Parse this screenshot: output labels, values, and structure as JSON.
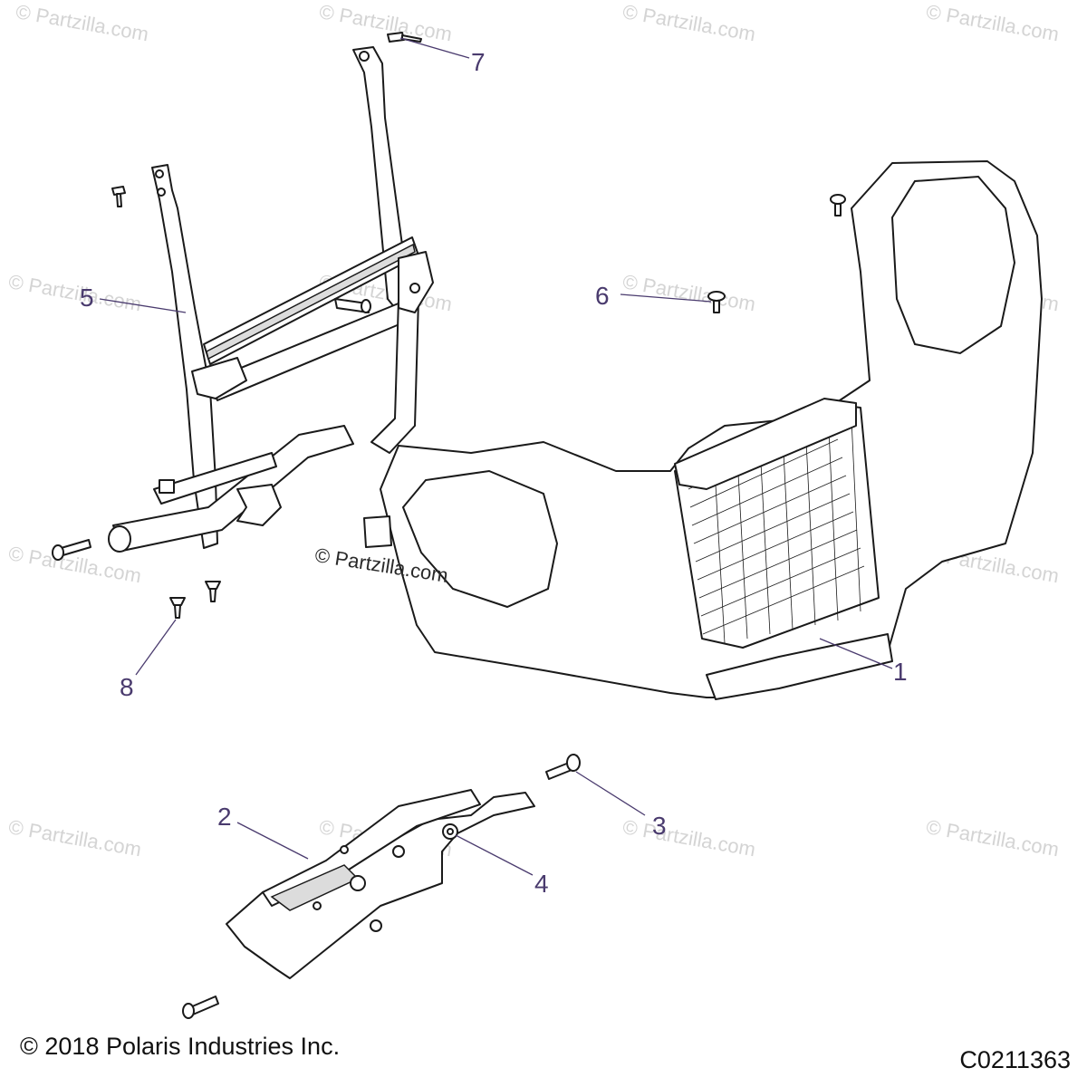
{
  "callouts": {
    "c1": "1",
    "c2": "2",
    "c3": "3",
    "c4": "4",
    "c5": "5",
    "c6": "6",
    "c7": "7",
    "c8": "8"
  },
  "watermark": {
    "text": "© Partzilla.com"
  },
  "footer": {
    "copyright": "© 2018 Polaris Industries Inc.",
    "diagram_code": "C0211363"
  }
}
